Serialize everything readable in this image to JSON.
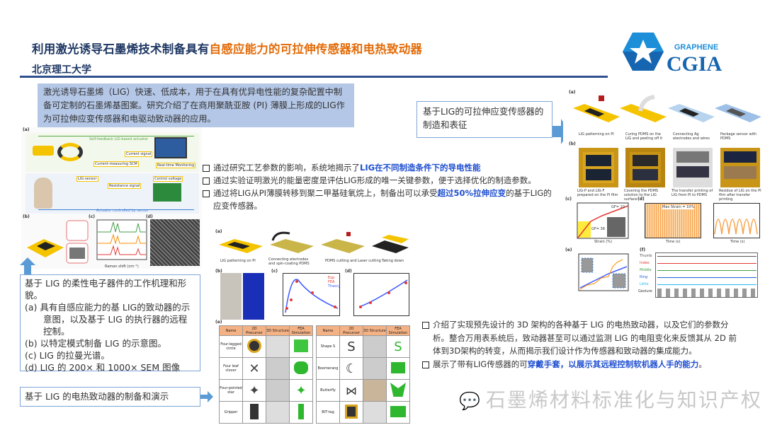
{
  "header": {
    "title_main": "利用激光诱导石墨烯技术制备具有",
    "title_highlight": "自感应能力的可拉伸传感器和电热致动器",
    "subtitle": "北京理工大学",
    "logo_text_top": "GRAPHENE",
    "logo_text_main": "CGIA"
  },
  "summary": "激光诱导石墨烯（LIG）快速、低成本，用于在具有优异电性能的复杂配置中制备可定制的石墨烯基图案。研究介绍了在商用聚酰亚胺 (PI) 薄膜上形成的LIG作为可拉伸应变传感器和电驱动致动器的应用。",
  "bullets_middle": [
    {
      "text": "通过研究工艺参数的影响，系统地揭示了",
      "highlight": "LIG在不同制造条件下的导电性能",
      "tail": ""
    },
    {
      "text": "通过实验证明激光的能量密度是评估LIG形成的唯一关键参数，便于选择优化的制造参数。",
      "highlight": "",
      "tail": ""
    },
    {
      "text": "通过将LIG从PI薄膜转移到聚二甲基硅氧烷上，制备出可以承受",
      "highlight": "超过50%拉伸应变",
      "tail": "的基于LIG的应变传感器。"
    }
  ],
  "callout_right": "基于LIG的可拉伸应变传感器的制造和表征",
  "left_box": {
    "intro": "基于 LIG 的柔性电子器件的工作机理和形貌。",
    "items": [
      "(a) 具有自感应能力的基 LIG的致动器的示意图，以及基于 LIG 的执行器的远程控制。",
      "(b)  以特定模式制备 LIG 的示意图。",
      "(c) LIG 的拉曼光谱。",
      "(d) LIG 的 200× 和 1000× SEM 图像"
    ]
  },
  "bottom_left_box": "基于 LIG 的电热致动器的制备和演示",
  "bullets_bottom_right": [
    {
      "text": "介绍了实现预先设计的 3D 架构的各种基于 LIG 的电热致动器，以及它们的参数分析。整合万用表系统后，致动器甚至可以通过监测 LIG 的电阻变化来反馈其从 2D 前体到3D架构的转变，从而揭示我们设计作为传感器和致动器的集成能力。",
      "highlight": "",
      "tail": ""
    },
    {
      "text": "展示了带有LIG传感器的可",
      "highlight": "穿戴手套，以展示其远程控制软机器人手的能力",
      "tail": "。"
    }
  ],
  "watermark": "石墨烯材料标准化与知识产权",
  "figures": {
    "top_left": {
      "panel_a": "(a)",
      "banner_top": "Self-feedback LIG-based actuator",
      "banner_bottom": "Actuator controlled by sensor",
      "tags": [
        "Current-measuring SCM",
        "Current signal",
        "Real-time Monitoring",
        "LIG-sensor",
        "Resistance signal",
        "Control voltage"
      ],
      "panels": [
        "(b)",
        "(c)",
        "(d)"
      ],
      "raman_xlabel": "Raman shift (cm⁻¹)"
    },
    "top_right": {
      "panels": [
        "(a)",
        "(b)",
        "(c)",
        "(d)",
        "(e)",
        "(f)"
      ],
      "steps": [
        "LIG patterning on PI",
        "Curing PDMS on the LIG and peeling off it",
        "Connecting Ag electrodes and wires",
        "Package sensor with PDMS"
      ],
      "photos": [
        "LIG-P and LIG-F prepared on the PI film",
        "Covering the PDMS solution to the LIG surface",
        "The transfer printing of LIG from PI to PDMS",
        "Residue of LIG on the PI film after transfer printing"
      ],
      "chart_labels": [
        "GF= 10",
        "GF= 38",
        "Max Strain = 10%",
        "Strain (%)",
        "Time (s)",
        "Time (s)"
      ],
      "fingers": [
        "Thumb",
        "Index",
        "Middle",
        "Ring",
        "Little",
        "Gesture"
      ],
      "finger_colors": [
        "#555555",
        "#e53935",
        "#43a047",
        "#1e63d6",
        "#29b6f6"
      ]
    },
    "middle": {
      "panels": [
        "(a)",
        "(b)",
        "(c)",
        "(d)",
        "(e)"
      ],
      "steps": [
        "LIG patterning on PI",
        "Connecting electrodes and spin-coating PDMS",
        "PDMS cutting and Laser cutting",
        "Taking down"
      ],
      "legend": [
        "Exp",
        "FEA",
        "Theory"
      ],
      "table_headers": [
        "Name",
        "2D Precursor",
        "3D Structure",
        "FEA Simulation"
      ],
      "table_left": [
        "Four-legged circle",
        "Four leaf clover",
        "Four-pointed star",
        "Gripper"
      ],
      "table_right": [
        "Shape S",
        "Boomerang",
        "Butterfly",
        "BIT-tag"
      ]
    }
  },
  "colors": {
    "title": "#1f3864",
    "highlight": "#e36c09",
    "summary_bg": "#b4c7e7",
    "accent_blue": "#1f4fd0",
    "arrow": "#5b9bd5"
  }
}
